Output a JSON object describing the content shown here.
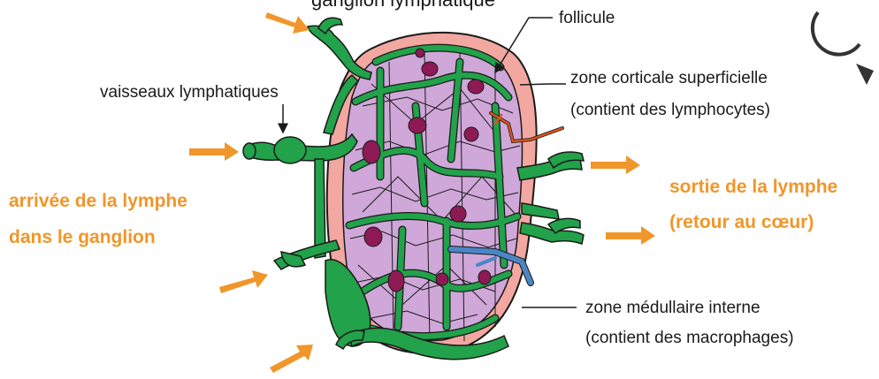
{
  "title_partial": "ganglion lymphatique",
  "labels": {
    "follicule": "follicule",
    "zone_corticale_1": "zone corticale superficielle",
    "zone_corticale_2": "(contient des lymphocytes)",
    "vaisseaux": "vaisseaux lymphatiques",
    "zone_medullaire_1": "zone médullaire interne",
    "zone_medullaire_2": "(contient des macrophages)",
    "arrivee_1": "arrivée de la lymphe",
    "arrivee_2": "dans le ganglion",
    "sortie_1": "sortie de la lymphe",
    "sortie_2": "(retour au cœur)"
  },
  "colors": {
    "accent_orange": "#f0962a",
    "vessel_green": "#22a24a",
    "cortex_pink": "#f2a7a0",
    "tissue_purple": "#cfa7d8",
    "nucleus": "#8e1a55",
    "artery_red": "#d9531e",
    "vein_blue": "#4a86c5"
  }
}
